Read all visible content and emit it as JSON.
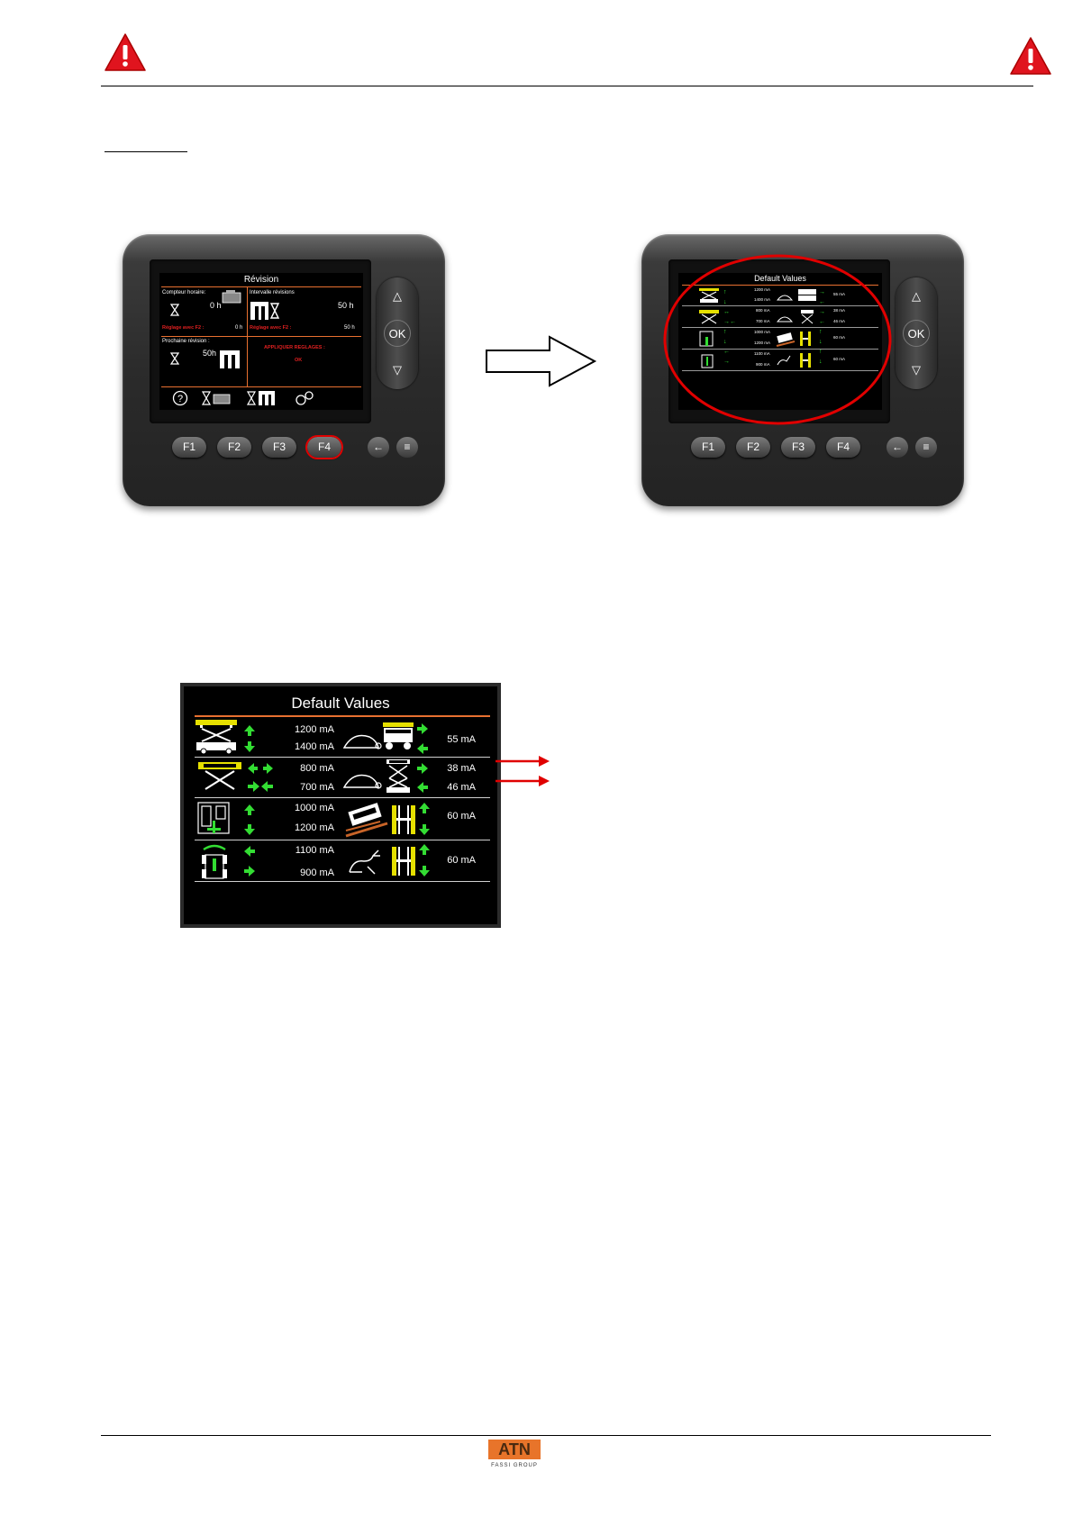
{
  "device_left": {
    "screen_title": "Révision",
    "compteur_label": "Compteur horaire:",
    "compteur_value": "0 h",
    "intervalle_label": "Intervalle révisions",
    "intervalle_value": "50 h",
    "reglage_f2_left": "Réglage avec F2 :",
    "reglage_f2_left_value": "0 h",
    "reglage_f2_right": "Réglage avec F2 :",
    "reglage_f2_right_value": "50 h",
    "prochaine_label": "Prochaine révision :",
    "prochaine_value": "50h",
    "appliquer_label": "APPLIQUER REGLAGES :",
    "appliquer_ok": "OK",
    "help_glyph": "?",
    "buttons": [
      "F1",
      "F2",
      "F3",
      "F4"
    ],
    "highlighted_button": "F4",
    "ok_label": "OK"
  },
  "device_right": {
    "screen_title": "Default Values",
    "values_left": [
      "1200 mA",
      "1400 mA",
      "800 mA",
      "700 mA",
      "1000 mA",
      "1200 mA",
      "1100 mA",
      "900 mA"
    ],
    "values_right": [
      "55 mA",
      "38 mA",
      "46 mA",
      "60 mA",
      "60 mA"
    ],
    "buttons": [
      "F1",
      "F2",
      "F3",
      "F4"
    ],
    "ok_label": "OK"
  },
  "default_values": {
    "title": "Default Values",
    "rows": [
      {
        "up": "1200 mA",
        "down": "1400 mA",
        "right": "55 mA"
      },
      {
        "up": "800 mA",
        "down": "700 mA",
        "right_top": "38 mA",
        "right_bottom": "46 mA"
      },
      {
        "up": "1000 mA",
        "down": "1200 mA",
        "right": "60 mA"
      },
      {
        "up": "1100 mA",
        "down": "900 mA",
        "right": "60 mA"
      }
    ]
  },
  "footer": {
    "logo_text": "ATN",
    "logo_subtext": "FASSI GROUP"
  },
  "colors": {
    "warning_red": "#e0141e",
    "highlight_red": "#e00000",
    "orange_rule": "#e87030",
    "arrow_green": "#33dd33",
    "machine_yellow": "#e6e000",
    "logo_orange": "#e8742a"
  }
}
